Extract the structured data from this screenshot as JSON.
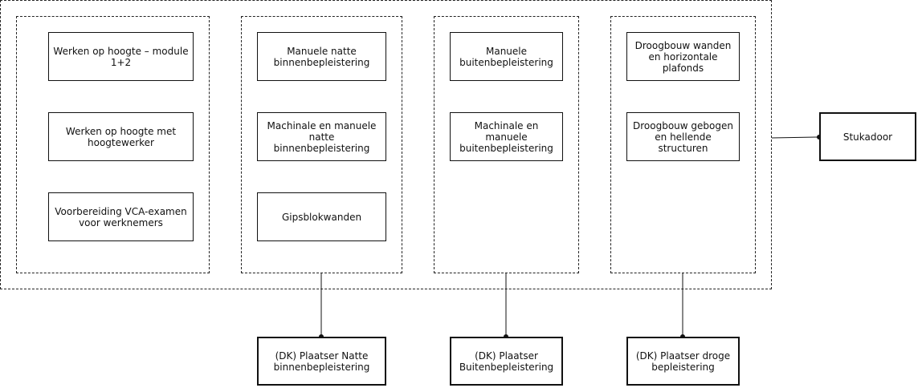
{
  "diagram": {
    "columns": [
      {
        "id": "col1",
        "boxes": [
          "Werken op hoogte – module 1+2",
          "Werken op hoogte met hoogtewerker",
          "Voorbereiding VCA-examen voor werknemers"
        ]
      },
      {
        "id": "col2",
        "boxes": [
          "Manuele natte binnenbepleistering",
          "Machinale en manuele natte binnenbepleistering",
          "Gipsblokwanden"
        ]
      },
      {
        "id": "col3",
        "boxes": [
          "Manuele buitenbepleistering",
          "Machinale en manuele buitenbepleistering"
        ]
      },
      {
        "id": "col4",
        "boxes": [
          "Droogbouw wanden en horizontale plafonds",
          "Droogbouw gebogen en hellende structuren"
        ]
      }
    ],
    "target": "Stukadoor",
    "outputs": [
      "(DK) Plaatser Natte binnenbepleistering",
      "(DK) Plaatser Buitenbepleistering",
      "(DK) Plaatser droge bepleistering"
    ]
  }
}
